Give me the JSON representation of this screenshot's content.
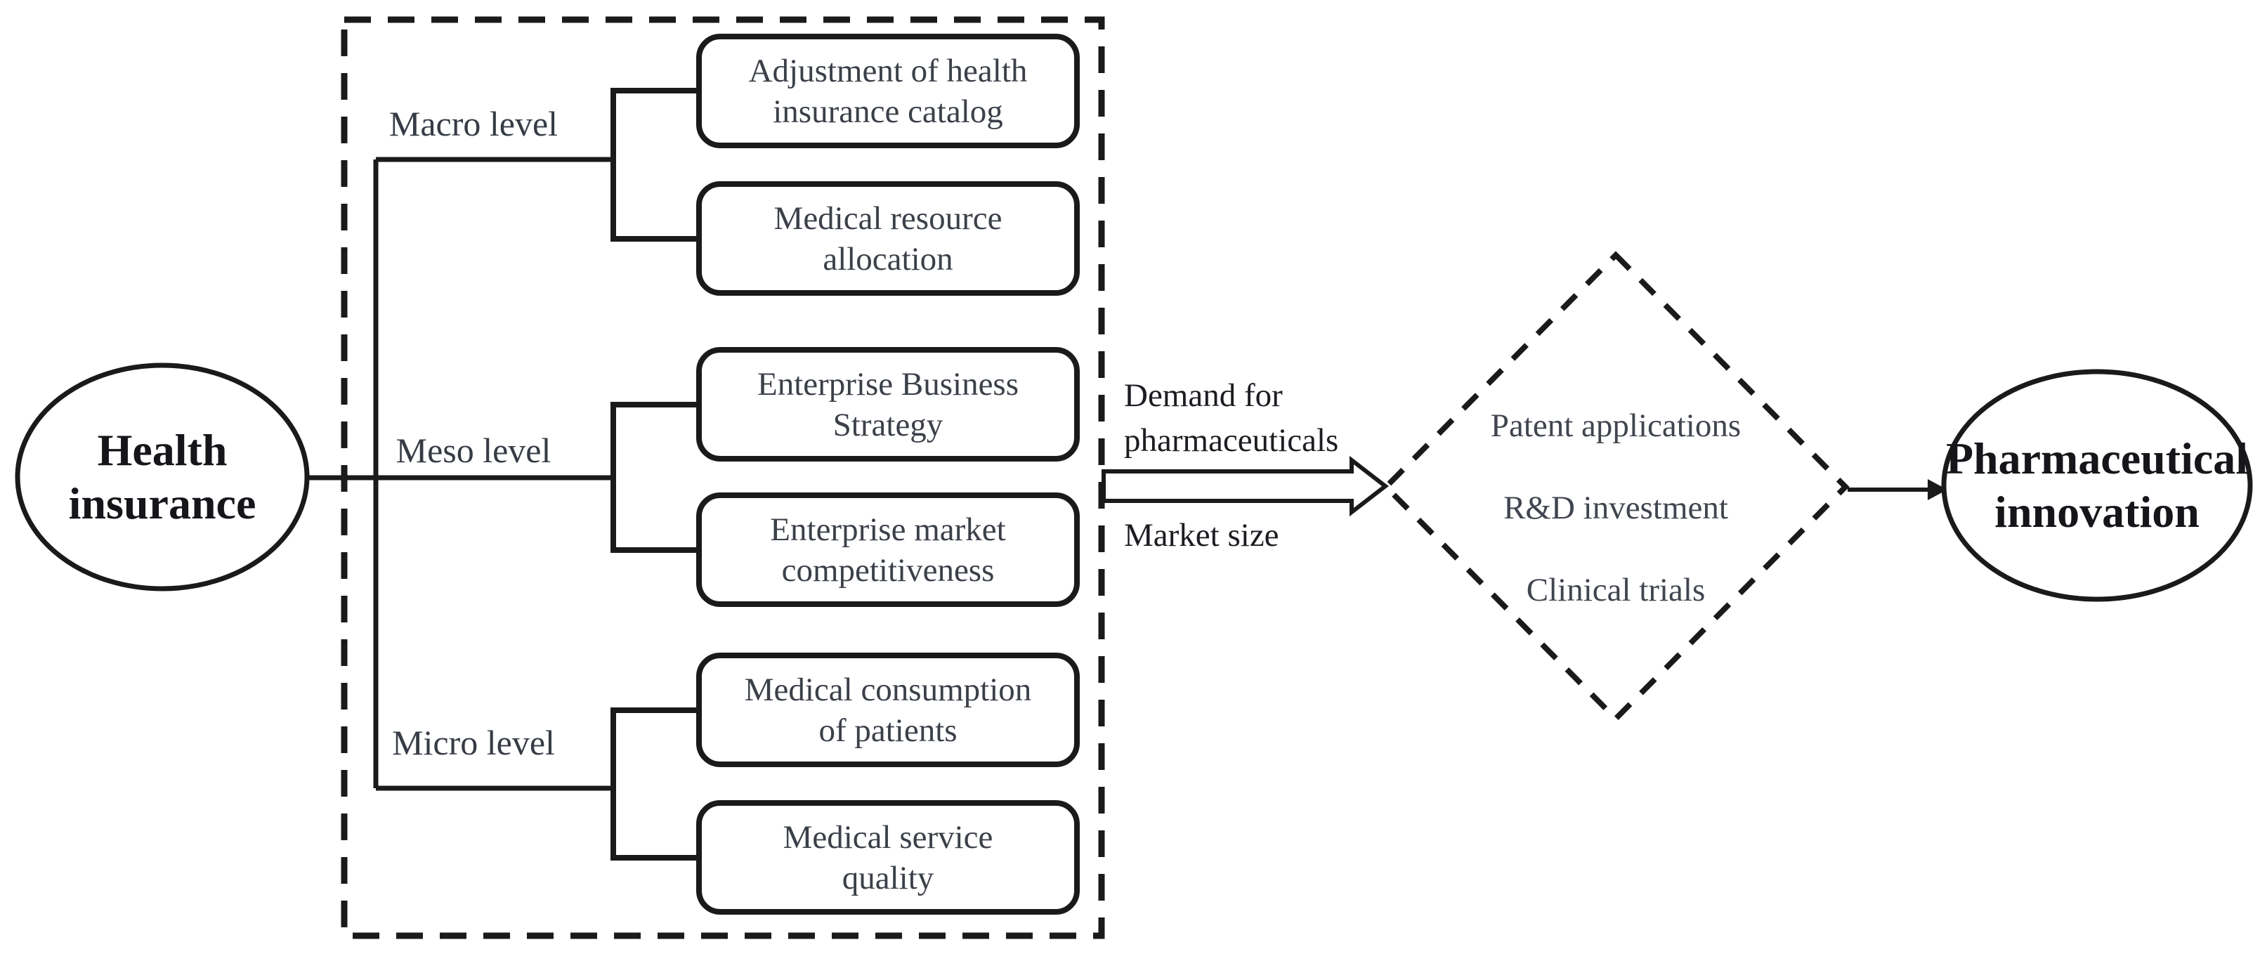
{
  "diagram": {
    "source_node": {
      "label": [
        "Health",
        "insurance"
      ]
    },
    "mediation_panel": {
      "levels": [
        {
          "label": "Macro level",
          "factors": [
            [
              "Adjustment of health",
              "insurance catalog"
            ],
            [
              "Medical resource",
              "allocation"
            ]
          ]
        },
        {
          "label": "Meso level",
          "factors": [
            [
              "Enterprise Business",
              "Strategy"
            ],
            [
              "Enterprise market",
              "competitiveness"
            ]
          ]
        },
        {
          "label": "Micro level",
          "factors": [
            [
              "Medical consumption",
              "of patients"
            ],
            [
              "Medical service",
              "quality"
            ]
          ]
        }
      ]
    },
    "demand_arrow": {
      "label_top": [
        "Demand for",
        "pharmaceuticals"
      ],
      "label_bottom": "Market size"
    },
    "indicators_diamond": {
      "items": [
        "Patent applications",
        "R&D investment",
        "Clinical trials"
      ]
    },
    "outcome_node": {
      "label": [
        "Pharmaceutical",
        "innovation"
      ]
    },
    "colors": {
      "background": "#ffffff",
      "line": "#1a1a1a",
      "node_text": "#15151a",
      "body_text": "#3b4049",
      "flow_text": "#1c1d22"
    }
  }
}
